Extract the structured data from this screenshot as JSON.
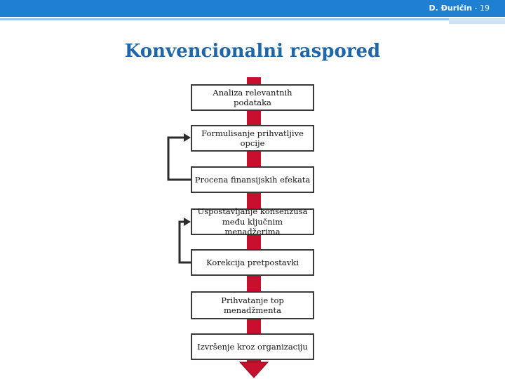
{
  "header": {
    "author": "D. Đuričin",
    "page": "- 19"
  },
  "title": "Konvencionalni raspored",
  "steps": [
    {
      "label": "Analiza relevantnih podataka"
    },
    {
      "label": "Formulisanje prihvatljive opcije"
    },
    {
      "label": "Procena finansijskih efekata"
    },
    {
      "label": "Uspostavljanje konsenzusa među ključnim menadžerima"
    },
    {
      "label": "Korekcija pretpostavki"
    },
    {
      "label": "Prihvatanje top menadžmenta"
    },
    {
      "label": "Izvršenje kroz organizaciju"
    }
  ],
  "colors": {
    "accent": "#1f7fd1",
    "title": "#1f66a8",
    "arrow": "#c8102e",
    "feedback": "#2b2b2b"
  }
}
